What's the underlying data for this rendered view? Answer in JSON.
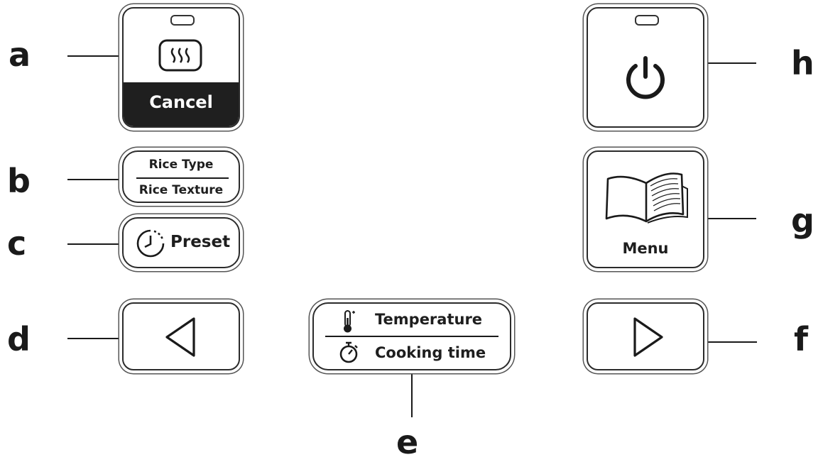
{
  "callouts": {
    "a": "a",
    "b": "b",
    "c": "c",
    "d": "d",
    "e": "e",
    "f": "f",
    "g": "g",
    "h": "h"
  },
  "buttons": {
    "keep_warm_cancel": {
      "label": "Cancel",
      "icon": "steam-icon"
    },
    "rice": {
      "top_label": "Rice Type",
      "bottom_label": "Rice Texture"
    },
    "preset": {
      "label": "Preset",
      "icon": "clock-icon"
    },
    "left_arrow": {
      "icon": "left-triangle-icon"
    },
    "temp_time": {
      "top_label": "Temperature",
      "bottom_label": "Cooking time",
      "top_icon": "thermometer-icon",
      "bottom_icon": "stopwatch-icon"
    },
    "right_arrow": {
      "icon": "right-triangle-icon"
    },
    "menu": {
      "label": "Menu",
      "icon": "open-book-icon"
    },
    "power": {
      "icon": "power-icon"
    }
  }
}
